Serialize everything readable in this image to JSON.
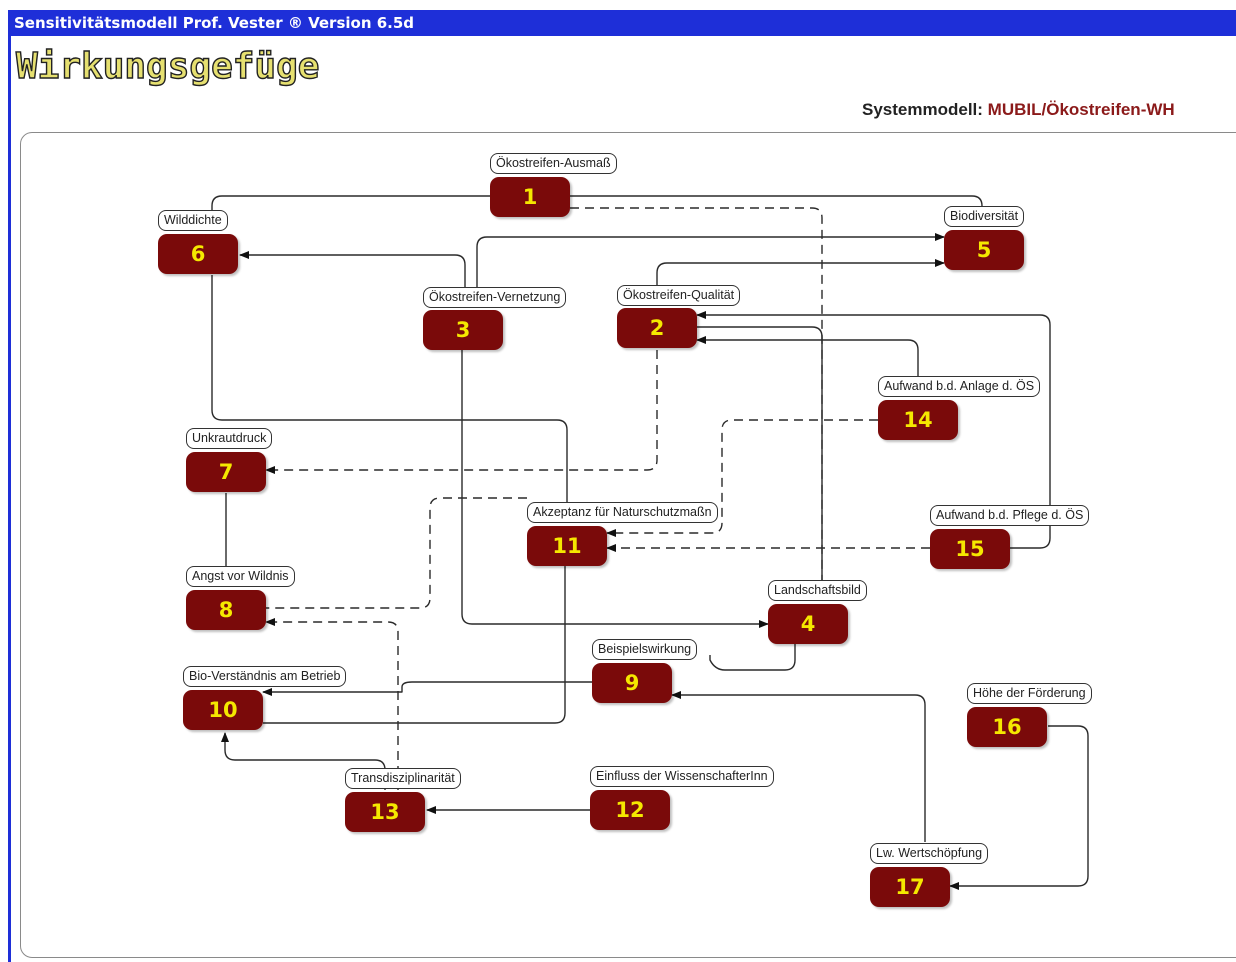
{
  "window": {
    "title": "Sensitivitätsmodell Prof. Vester ® Version 6.5d",
    "heading": "Wirkungsgefüge",
    "system_model_label": "Systemmodell:",
    "system_model_value_a": "MUBIL",
    "system_model_value_b": "/Ökostreifen-WH"
  },
  "colors": {
    "titlebar": "#1e2fd8",
    "node_fill": "#7a0a0a",
    "node_text": "#f5e800",
    "heading": "#e6e070"
  },
  "nodes": [
    {
      "id": "1",
      "label": "Ökostreifen-Ausmaß"
    },
    {
      "id": "2",
      "label": "Ökostreifen-Qualität"
    },
    {
      "id": "3",
      "label": "Ökostreifen-Vernetzung"
    },
    {
      "id": "4",
      "label": "Landschaftsbild"
    },
    {
      "id": "5",
      "label": "Biodiversität"
    },
    {
      "id": "6",
      "label": "Wilddichte"
    },
    {
      "id": "7",
      "label": "Unkrautdruck"
    },
    {
      "id": "8",
      "label": "Angst vor Wildnis"
    },
    {
      "id": "9",
      "label": "Beispielswirkung"
    },
    {
      "id": "10",
      "label": "Bio-Verständnis am Betrieb"
    },
    {
      "id": "11",
      "label": "Akzeptanz für Naturschutzmaßn"
    },
    {
      "id": "12",
      "label": "Einfluss der WissenschafterInn"
    },
    {
      "id": "13",
      "label": "Transdisziplinarität"
    },
    {
      "id": "14",
      "label": "Aufwand b.d. Anlage d. ÖS"
    },
    {
      "id": "15",
      "label": "Aufwand b.d. Pflege d. ÖS"
    },
    {
      "id": "16",
      "label": "Höhe der Förderung"
    },
    {
      "id": "17",
      "label": "Lw. Wertschöpfung"
    }
  ]
}
